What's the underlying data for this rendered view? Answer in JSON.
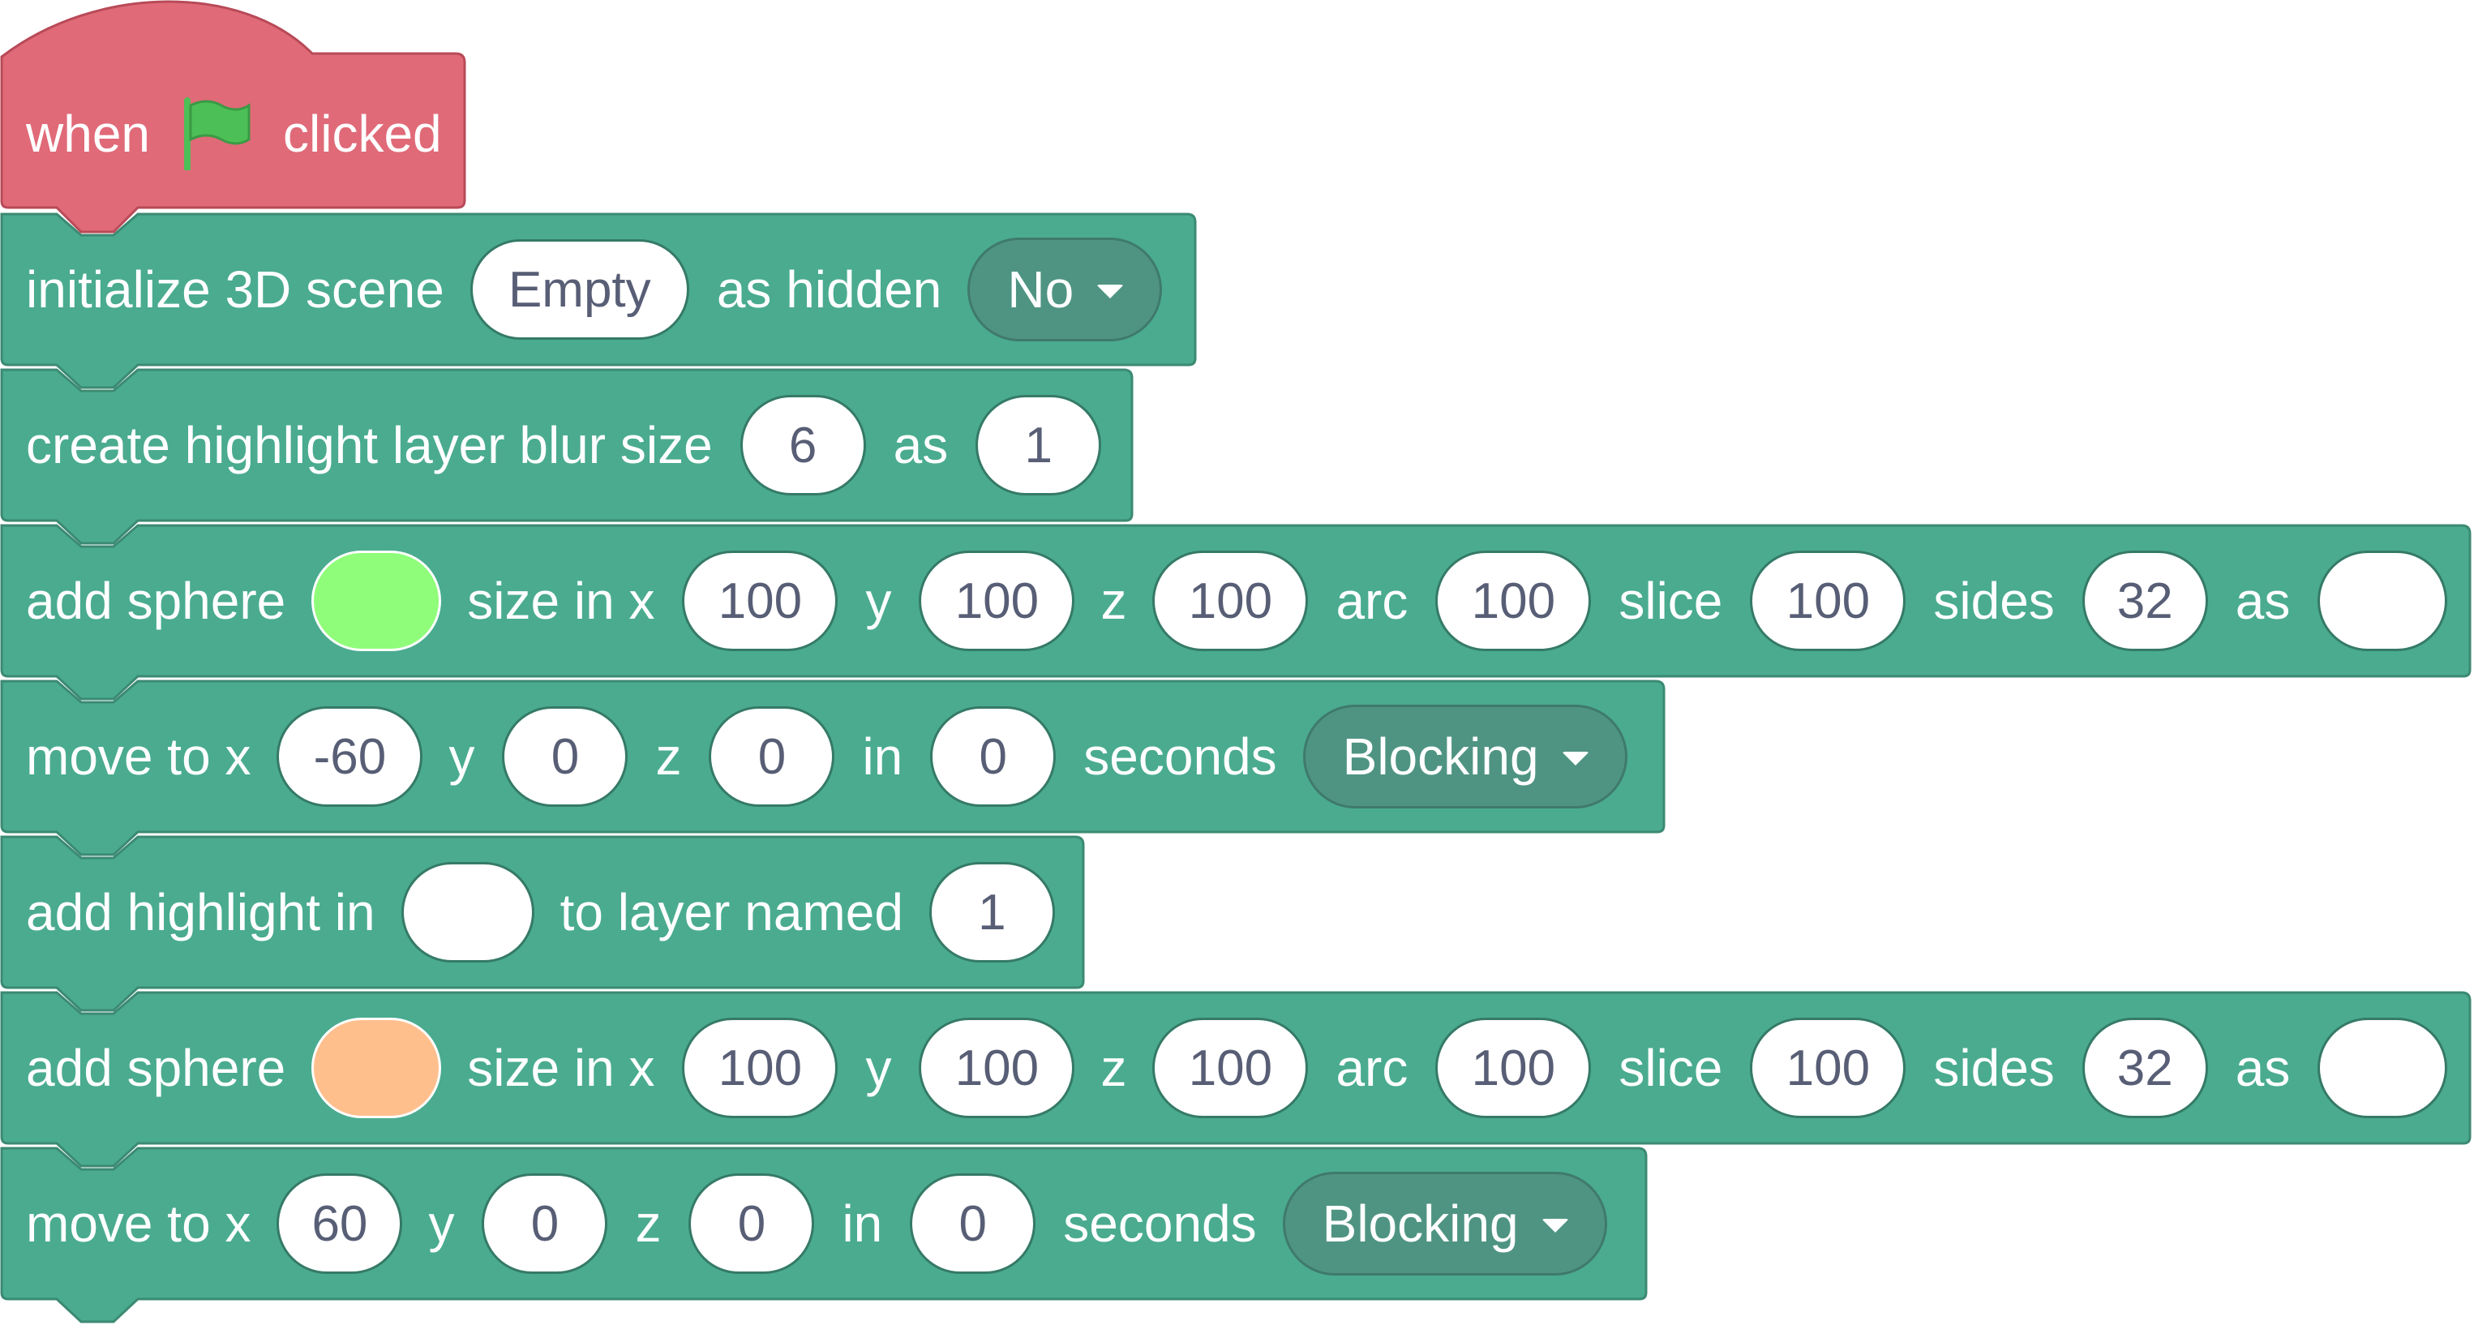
{
  "colors": {
    "hat": "#e06a78",
    "hat_border": "#b84a58",
    "block": "#4aab8f",
    "block_border": "#3b8a72",
    "flag": "#4cbf56",
    "sphere1_color": "#8ffd7a",
    "sphere2_color": "#ffbf8d"
  },
  "hat": {
    "when": "when",
    "flag_icon": "green-flag-icon",
    "clicked": "clicked"
  },
  "init_scene": {
    "label": "initialize 3D scene",
    "scene_value": "Empty",
    "as_hidden": "as hidden",
    "hidden_value": "No"
  },
  "highlight_layer": {
    "label": "create highlight layer blur size",
    "blur_value": "6",
    "as": "as",
    "name_value": "1"
  },
  "sphere1": {
    "label": "add sphere",
    "size_in_x": "size in x",
    "x": "100",
    "y_label": "y",
    "y": "100",
    "z_label": "z",
    "z": "100",
    "arc_label": "arc",
    "arc": "100",
    "slice_label": "slice",
    "slice": "100",
    "sides_label": "sides",
    "sides": "32",
    "as_label": "as",
    "as_value": ""
  },
  "move1": {
    "label": "move to x",
    "x": "-60",
    "y_label": "y",
    "y": "0",
    "z_label": "z",
    "z": "0",
    "in_label": "in",
    "in": "0",
    "seconds_label": "seconds",
    "mode": "Blocking"
  },
  "add_highlight": {
    "label": "add highlight in",
    "target": "",
    "to_layer": "to layer named",
    "layer": "1"
  },
  "sphere2": {
    "label": "add sphere",
    "size_in_x": "size in x",
    "x": "100",
    "y_label": "y",
    "y": "100",
    "z_label": "z",
    "z": "100",
    "arc_label": "arc",
    "arc": "100",
    "slice_label": "slice",
    "slice": "100",
    "sides_label": "sides",
    "sides": "32",
    "as_label": "as",
    "as_value": ""
  },
  "move2": {
    "label": "move to x",
    "x": "60",
    "y_label": "y",
    "y": "0",
    "z_label": "z",
    "z": "0",
    "in_label": "in",
    "in": "0",
    "seconds_label": "seconds",
    "mode": "Blocking"
  }
}
